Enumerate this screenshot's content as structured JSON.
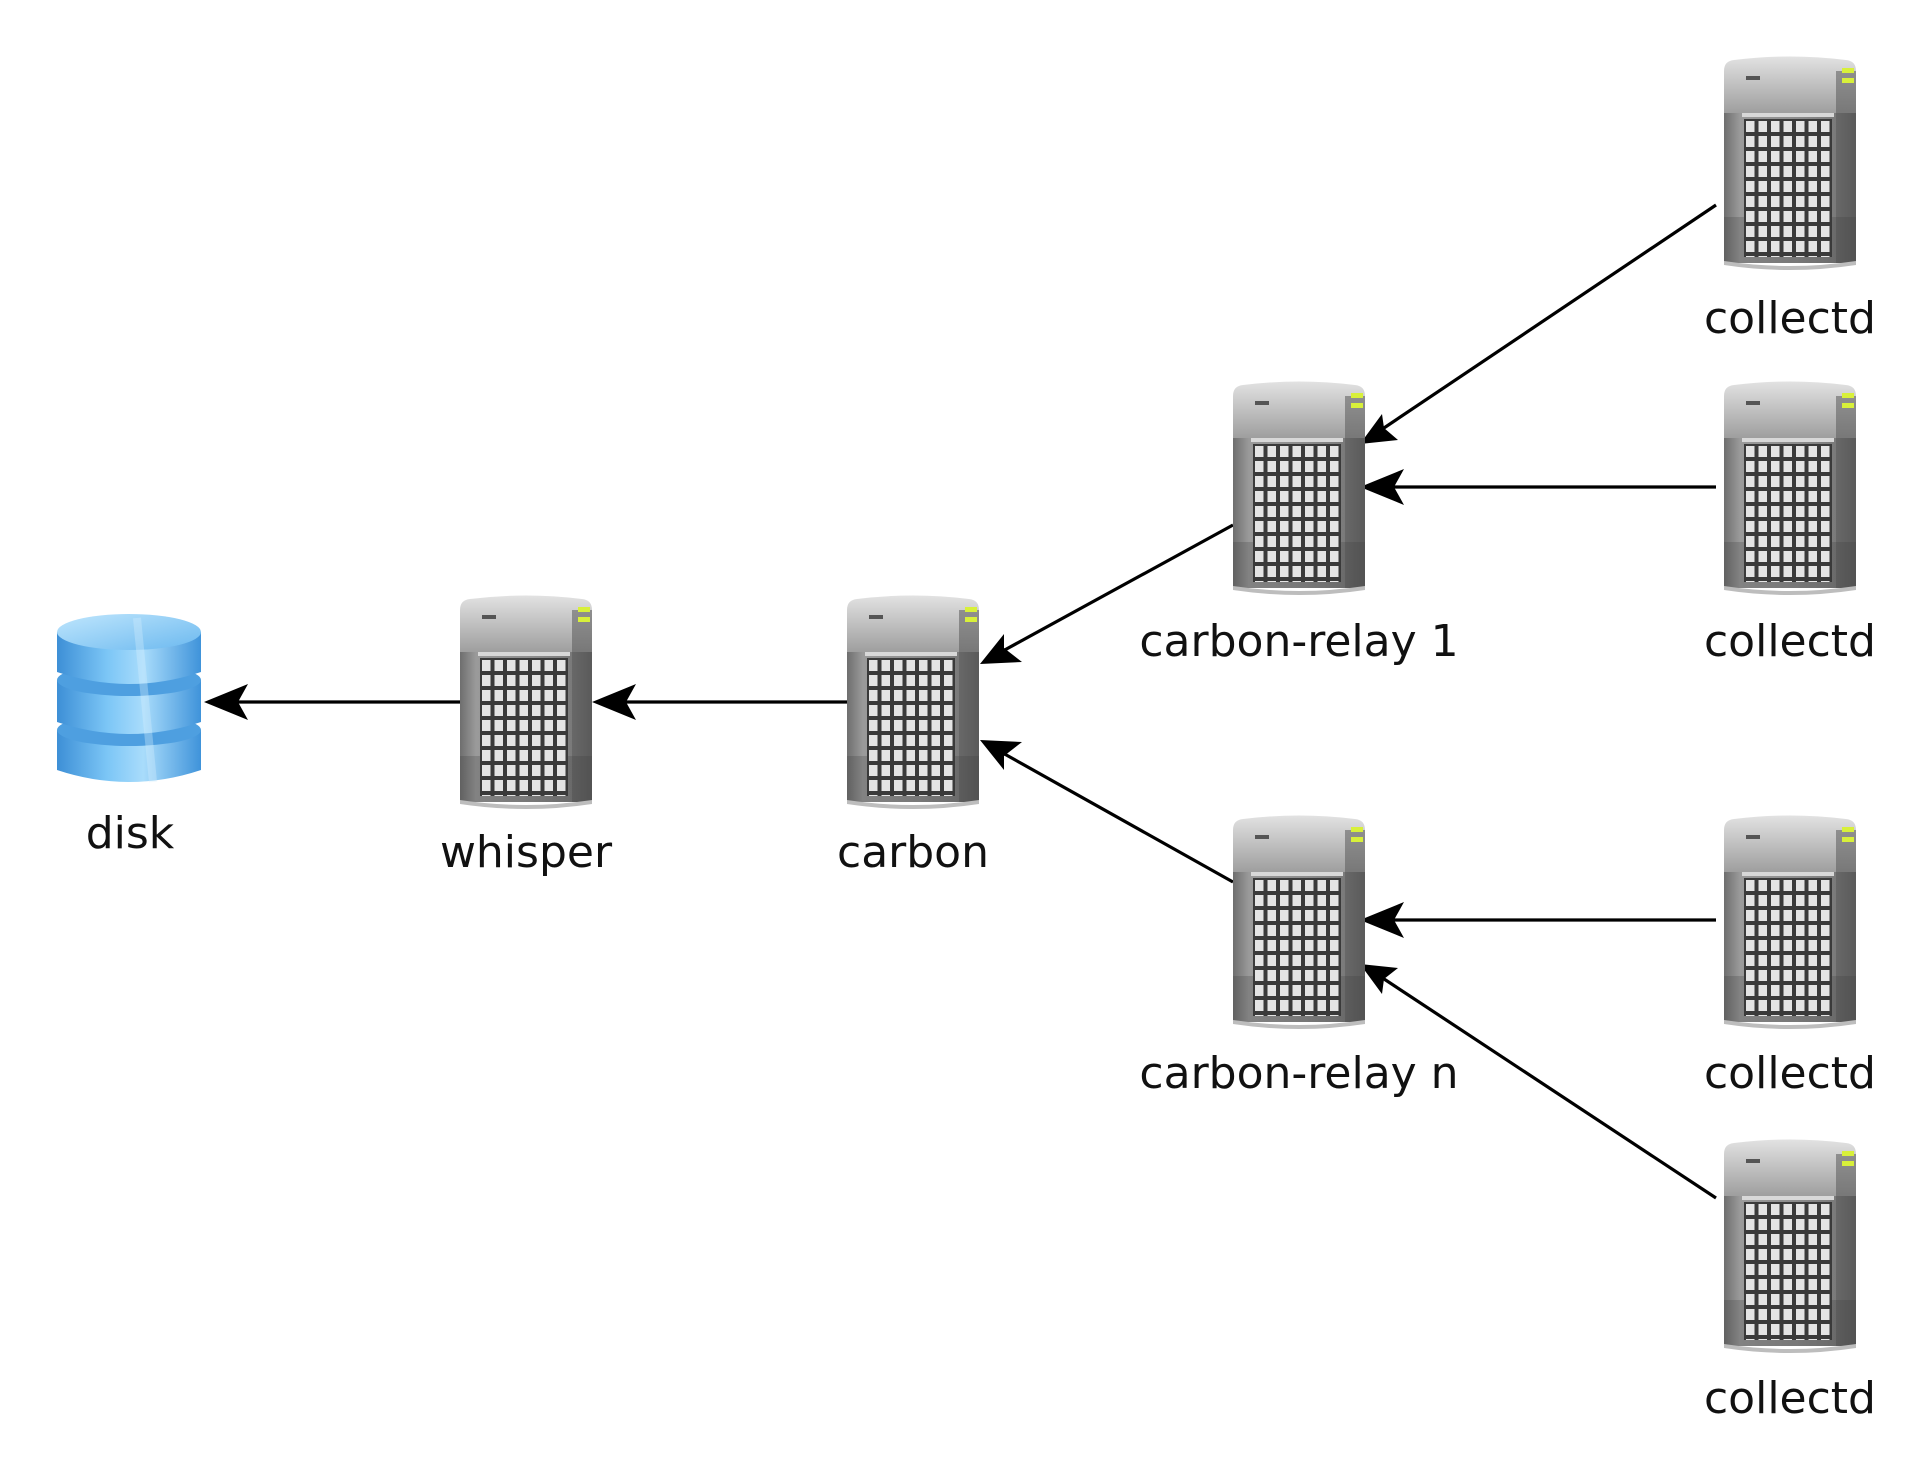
{
  "nodes": [
    {
      "id": "disk",
      "label": "disk",
      "type": "database"
    },
    {
      "id": "whisper",
      "label": "whisper",
      "type": "server"
    },
    {
      "id": "carbon",
      "label": "carbon",
      "type": "server"
    },
    {
      "id": "relay1",
      "label": "carbon-relay 1",
      "type": "server"
    },
    {
      "id": "relayn",
      "label": "carbon-relay n",
      "type": "server"
    },
    {
      "id": "collectd1",
      "label": "collectd",
      "type": "server"
    },
    {
      "id": "collectd2",
      "label": "collectd",
      "type": "server"
    },
    {
      "id": "collectd3",
      "label": "collectd",
      "type": "server"
    },
    {
      "id": "collectd4",
      "label": "collectd",
      "type": "server"
    }
  ],
  "edges": [
    {
      "from": "collectd1",
      "to": "relay1"
    },
    {
      "from": "collectd2",
      "to": "relay1"
    },
    {
      "from": "collectd3",
      "to": "relayn"
    },
    {
      "from": "collectd4",
      "to": "relayn"
    },
    {
      "from": "relay1",
      "to": "carbon"
    },
    {
      "from": "relayn",
      "to": "carbon"
    },
    {
      "from": "carbon",
      "to": "whisper"
    },
    {
      "from": "whisper",
      "to": "disk"
    }
  ],
  "colors": {
    "server_body": "#8a8a8a",
    "server_dark": "#4a4a4a",
    "server_light": "#c9c9c9",
    "server_led": "#d8f03a",
    "disk_blue": "#5aaee8",
    "disk_light": "#a9dcfb",
    "edge": "#000000"
  }
}
